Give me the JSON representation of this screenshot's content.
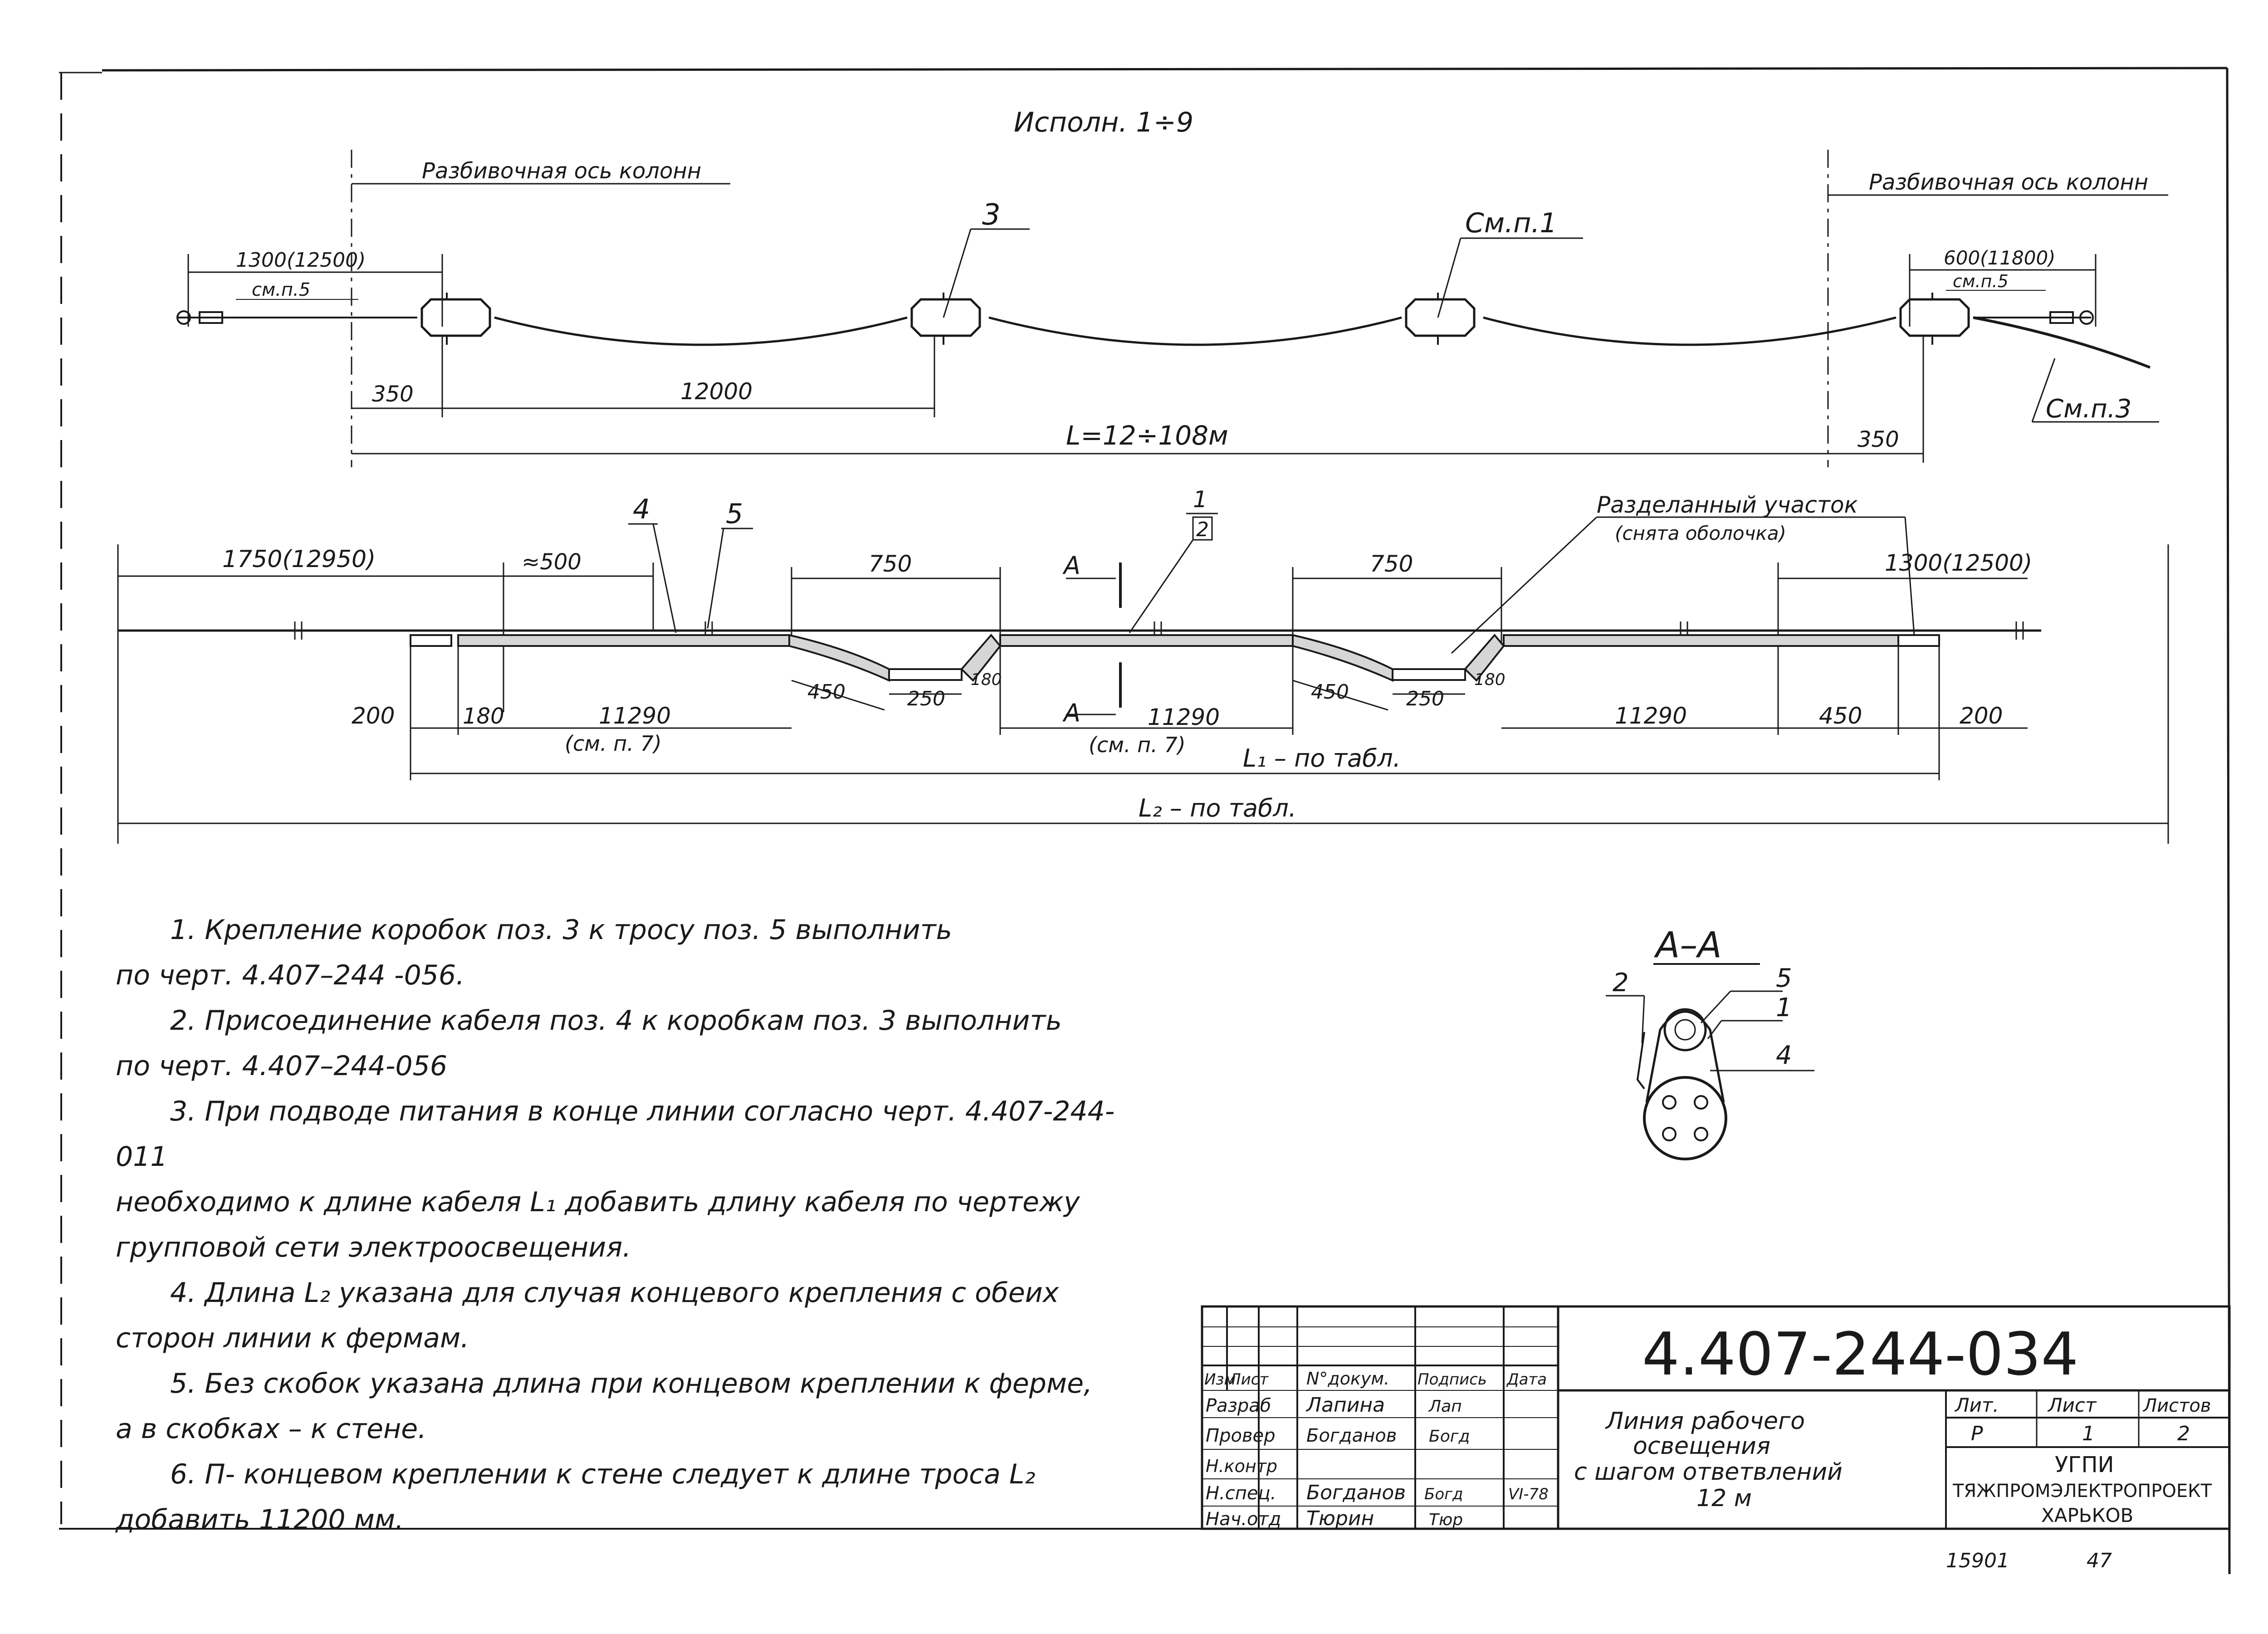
{
  "top_label": "Исполн. 1÷9",
  "axis_left": "Разбивочная ось колонн",
  "axis_right": "Разбивочная ось колонн",
  "dim_1300_top": "1300(12500)",
  "see_p5_left": "см.п.5",
  "dim_600": "600(11800)",
  "see_p5_right": "см.п.5",
  "pos_3": "3",
  "see_p1": "См.п.1",
  "see_p3": "См.п.3",
  "dim_350_left": "350",
  "dim_12000": "12000",
  "dim_L": "L=12÷108м",
  "dim_350_right": "350",
  "dim_1750": "1750(12950)",
  "dim_500": "≈500",
  "pos_4": "4",
  "pos_5": "5",
  "dim_750_a": "750",
  "sec_A_top": "А",
  "pos_1_2_top": "1",
  "pos_1_2_bottom": "2",
  "dim_750_b": "750",
  "stripped_section": "Разделанный участок",
  "stripped_note": "(снята оболочка)",
  "dim_1300_mid": "1300(12500)",
  "dim_200_left": "200",
  "dim_180_a": "180",
  "dim_11290_a": "11290",
  "see_p7_a": "(см. п. 7)",
  "dim_450_a": "450",
  "dim_250_a": "250",
  "dim_180_b": "180",
  "sec_A_bottom": "А",
  "dim_11290_b": "11290",
  "see_p7_b": "(см. п. 7)",
  "dim_450_b": "450",
  "dim_250_b": "250",
  "dim_180_c": "180",
  "dim_11290_c": "11290",
  "dim_450_c": "450",
  "dim_200_right": "200",
  "dim_L1": "L₁ – по табл.",
  "dim_L2": "L₂ – по табл.",
  "section_title": "А–А",
  "section_labels": [
    "2",
    "5",
    "1",
    "4"
  ],
  "notes": [
    "1. Крепление коробок поз. 3 к тросу поз. 5 выполнить",
    "по черт. 4.407–244 -056.",
    "2. Присоединение кабеля поз. 4 к коробкам поз. 3 выполнить",
    "по черт. 4.407–244-056",
    "3. При подводе питания в конце линии согласно черт. 4.407-244-011",
    "необходимо к длине кабеля L₁ добавить длину кабеля по чертежу",
    "групповой сети электроосвещения.",
    "4. Длина  L₂ указана для случая концевого крепления с обеих",
    "сторон линии к фермам.",
    "5. Без скобок указана длина при концевом креплении к ферме,",
    "а в скобках – к стене.",
    "6. П- концевом креплении к стене следует к длине троса L₂",
    "добавить   11200 мм."
  ],
  "title_block": {
    "doc_number": "4.407-244-034",
    "col_headers": [
      "Изм",
      "Лист",
      "N°докум.",
      "Подпись",
      "Дата"
    ],
    "rows": [
      {
        "role": "Разраб",
        "name": "Лапина",
        "sign": "Лап",
        "date": ""
      },
      {
        "role": "Провер",
        "name": "Богданов",
        "sign": "Богд",
        "date": ""
      },
      {
        "role": "Н.контр",
        "name": "",
        "sign": "",
        "date": ""
      },
      {
        "role": "Н.спец.",
        "name": "Богданов",
        "sign": "Богд",
        "date": "VI-78"
      },
      {
        "role": "Нач.отд",
        "name": "Тюрин",
        "sign": "Тюр",
        "date": ""
      }
    ],
    "title_lines": [
      "Линия рабочего",
      "освещения",
      "с шагом ответвлений",
      "12 м"
    ],
    "lit_label": "Лит.",
    "sheet_label": "Лист",
    "sheets_label": "Листов",
    "lit_value": "Р",
    "sheet_value": "1",
    "sheets_value": "2",
    "org_lines": [
      "УГПИ",
      "ТЯЖПРОМЭЛЕКТРОПРОЕКТ",
      "ХАРЬКОВ"
    ]
  },
  "footer_handwritten": "15901",
  "footer_page": "47"
}
